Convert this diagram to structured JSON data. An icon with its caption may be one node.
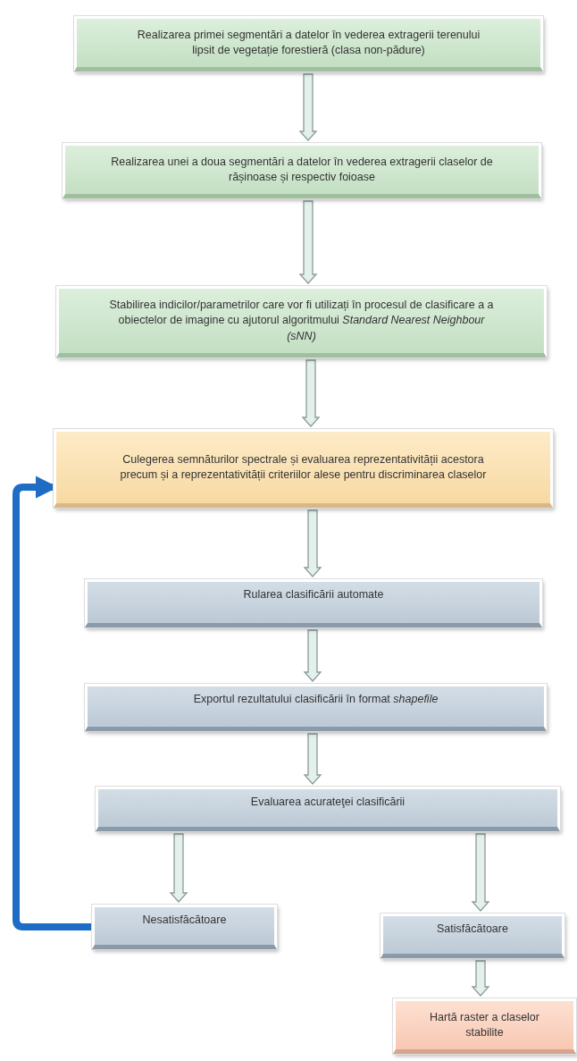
{
  "diagram": {
    "nodes": [
      {
        "text": [
          "Realizarea primei segmentări a datelor în vederea extragerii terenului lipsit de vegetație forestieră (clasa non-pădure)"
        ]
      },
      {
        "text": [
          "Realizarea unei a doua segmentări a datelor în vederea extragerii claselor de rășinoase și respectiv foioase"
        ]
      },
      {
        "text": [
          "Stabilirea indicilor/parametrilor care vor fi utilizați în procesul de clasificare a a obiectelor de imagine cu ajutorul algoritmului *Standard Nearest Neighbour (sNN)*"
        ]
      },
      {
        "text": [
          "Culegerea semnăturilor spectrale și evaluarea reprezentativității acestora precum și a reprezentativității criteriilor alese pentru discriminarea claselor"
        ]
      },
      {
        "text": [
          "Rularea clasificării automate"
        ]
      },
      {
        "text": [
          "Exportul rezultatului clasificării în format *shapefile*"
        ]
      },
      {
        "text": [
          "Evaluarea acurateţei clasificării"
        ]
      },
      {
        "text": [
          "Nesatisfăcătoare"
        ]
      },
      {
        "text": [
          "Satisfăcătoare"
        ]
      },
      {
        "text": [
          "Hartă raster a claselor stabilite"
        ]
      }
    ],
    "edges": [
      {
        "from": 0,
        "to": 1,
        "arrow": "to"
      },
      {
        "from": 1,
        "to": 2,
        "arrow": "to"
      },
      {
        "from": 2,
        "to": 3,
        "arrow": "to"
      },
      {
        "from": 3,
        "to": 4,
        "arrow": "to"
      },
      {
        "from": 4,
        "to": 5,
        "arrow": "to"
      },
      {
        "from": 5,
        "to": 6,
        "arrow": "to"
      },
      {
        "from": 6,
        "to": 7,
        "arrow": "to"
      },
      {
        "from": 6,
        "to": 8,
        "arrow": "to"
      },
      {
        "from": 8,
        "to": 9,
        "arrow": "to"
      },
      {
        "from": 7,
        "to": 3,
        "arrow": "to",
        "color": "#1e6cc4"
      }
    ]
  }
}
